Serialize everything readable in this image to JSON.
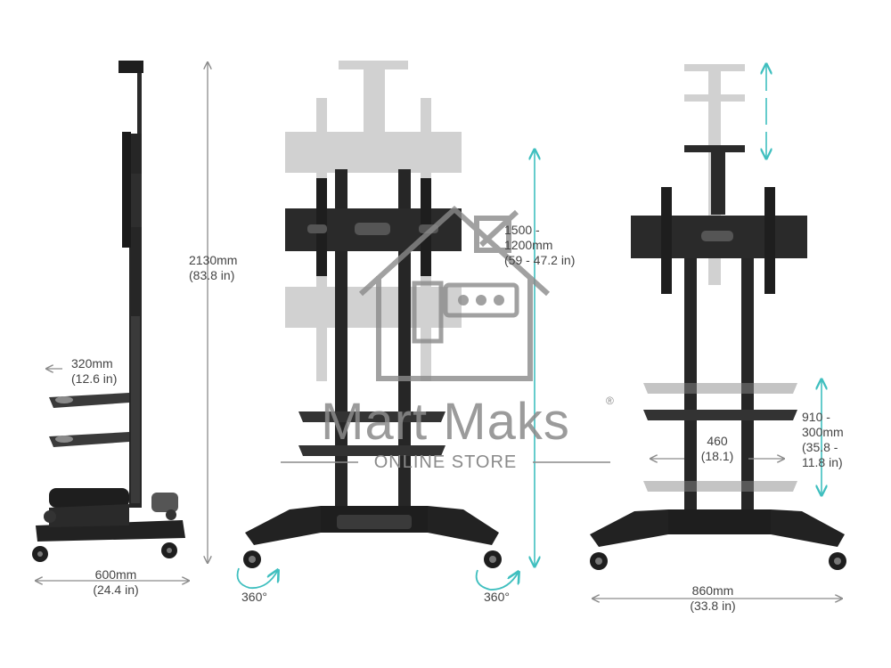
{
  "side_view": {
    "height": {
      "line1": "2130mm",
      "line2": "(83.8 in)"
    },
    "shelf_depth": {
      "line1": "320mm",
      "line2": "(12.6 in)"
    },
    "base_depth": {
      "line1": "600mm",
      "line2": "(24.4 in)"
    }
  },
  "front_view": {
    "mount_height": {
      "line1": "1500 -",
      "line2": "1200mm",
      "line3": "(59 - 47.2 in)"
    },
    "rotation_left": "360°",
    "rotation_right": "360°"
  },
  "back_view": {
    "shelf_width": {
      "line1": "460",
      "line2": "(18.1)"
    },
    "shelf_height": {
      "line1": "910 -",
      "line2": "300mm",
      "line3": "(35.8 -",
      "line4": "11.8 in)"
    },
    "base_width": {
      "line1": "860mm",
      "line2": "(33.8 in)"
    }
  },
  "watermark": {
    "brand": "Mart Maks",
    "tagline": "ONLINE STORE",
    "reg": "®"
  },
  "colors": {
    "stand": "#1e1e1e",
    "ghost": "#9a9a9a",
    "teal_arrow": "#3fbfbf",
    "dim_line": "#8c8c8c",
    "watermark": "#8a8a8a"
  }
}
